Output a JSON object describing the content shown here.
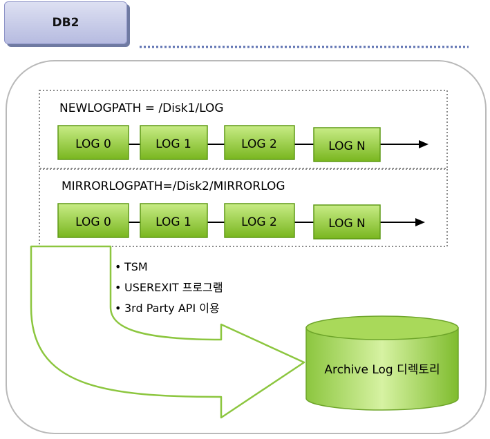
{
  "tab": {
    "label": "DB2"
  },
  "newlogpath": {
    "label": "NEWLOGPATH = /Disk1/LOG",
    "logs": [
      "LOG 0",
      "LOG 1",
      "LOG 2",
      "LOG N"
    ]
  },
  "mirrorlogpath": {
    "label": "MIRRORLOGPATH=/Disk2/MIRRORLOG",
    "logs": [
      "LOG 0",
      "LOG 1",
      "LOG 2",
      "LOG N"
    ]
  },
  "archive_methods": [
    "TSM",
    "USEREXIT 프로그램",
    "3rd Party API 이용"
  ],
  "archive": {
    "label": "Archive Log 디렉토리"
  },
  "colors": {
    "log_box_top": "#c8ec86",
    "log_box_bottom": "#79b61f",
    "log_box_border": "#5f9a16",
    "arrow_fill": "#ffffff",
    "arrow_stroke": "#8cc63f",
    "frame_stroke": "#b9b9b9",
    "dotted_stroke": "#8a8a8a",
    "header_line": "#5b6fb0"
  }
}
